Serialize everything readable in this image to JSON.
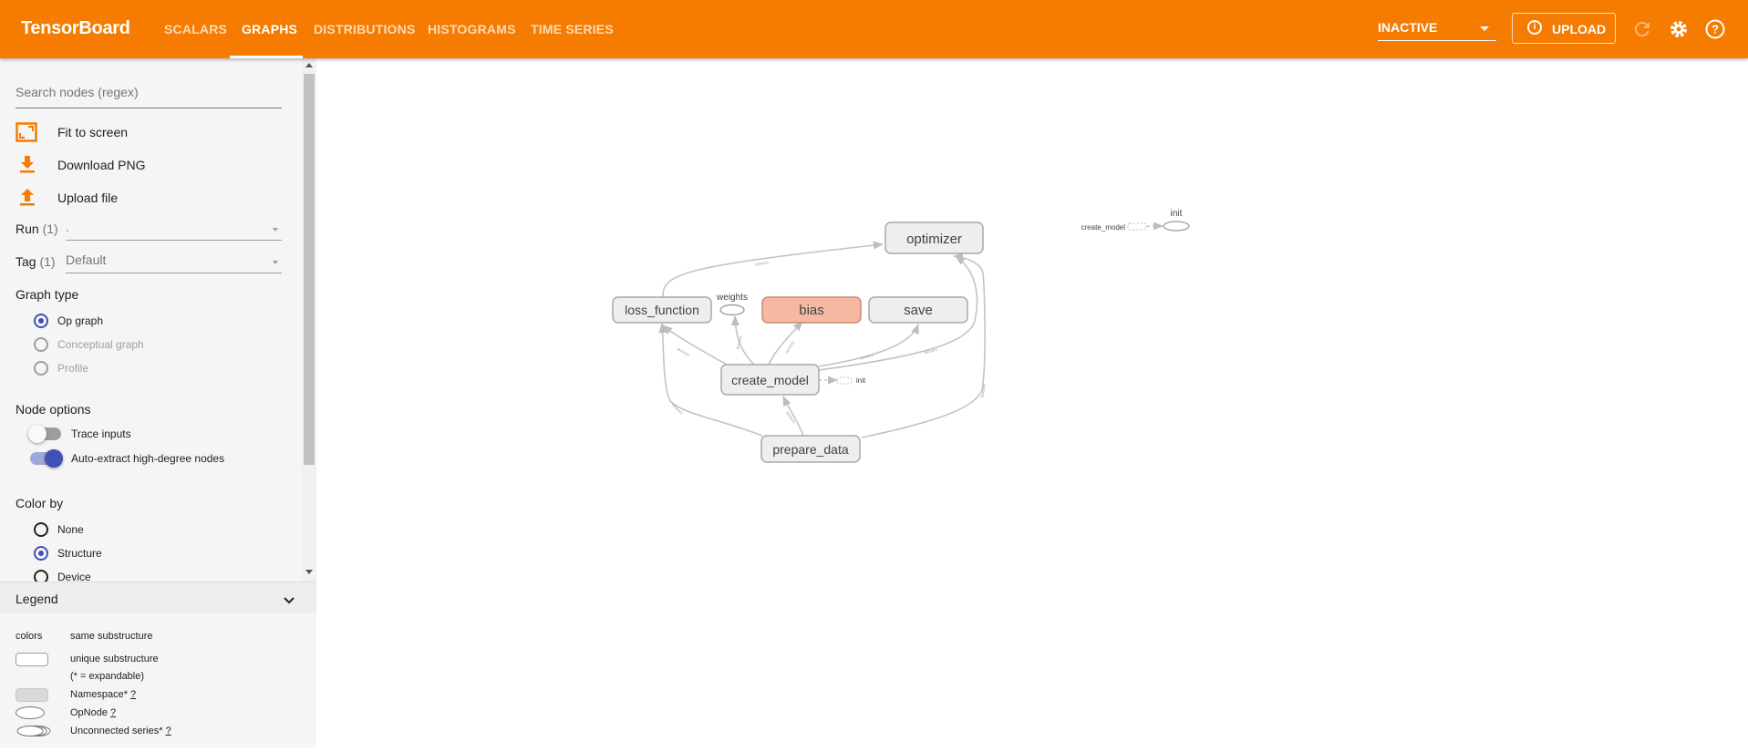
{
  "app": {
    "title": "TensorBoard"
  },
  "tabs": [
    {
      "label": "SCALARS",
      "active": false
    },
    {
      "label": "GRAPHS",
      "active": true
    },
    {
      "label": "DISTRIBUTIONS",
      "active": false
    },
    {
      "label": "HISTOGRAMS",
      "active": false
    },
    {
      "label": "TIME SERIES",
      "active": false
    }
  ],
  "header": {
    "run_selector": "INACTIVE",
    "upload_label": "UPLOAD",
    "icons": [
      "refresh-icon",
      "settings-gear-icon",
      "help-icon"
    ],
    "accent_color": "#f57c00"
  },
  "sidebar": {
    "search_placeholder": "Search nodes (regex)",
    "actions": [
      {
        "label": "Fit to screen",
        "icon": "fit-screen-icon"
      },
      {
        "label": "Download PNG",
        "icon": "download-icon"
      },
      {
        "label": "Upload file",
        "icon": "upload-icon"
      }
    ],
    "run": {
      "label": "Run",
      "count": "(1)",
      "value": "."
    },
    "tag": {
      "label": "Tag",
      "count": "(1)",
      "value": "Default"
    },
    "graph_type": {
      "title": "Graph type",
      "options": [
        {
          "label": "Op graph",
          "selected": true
        },
        {
          "label": "Conceptual graph",
          "selected": false
        },
        {
          "label": "Profile",
          "selected": false
        }
      ]
    },
    "node_options": {
      "title": "Node options",
      "toggles": [
        {
          "label": "Trace inputs",
          "on": false
        },
        {
          "label": "Auto-extract high-degree nodes",
          "on": true
        }
      ]
    },
    "color_by": {
      "title": "Color by",
      "options": [
        {
          "label": "None",
          "selected": false
        },
        {
          "label": "Structure",
          "selected": true
        },
        {
          "label": "Device",
          "selected": false
        }
      ]
    }
  },
  "legend": {
    "title": "Legend",
    "colors_label": "colors",
    "same_substructure": "same substructure",
    "unique_substructure": "unique substructure",
    "expandable_note": "(* = expandable)",
    "namespace": "Namespace*",
    "opnode": "OpNode",
    "unconnected": "Unconnected series*",
    "help_mark": "?"
  },
  "graph": {
    "nodes": {
      "optimizer": "optimizer",
      "loss_function": "loss_function",
      "weights": "weights",
      "bias": "bias",
      "save": "save",
      "create_model": "create_model",
      "init_small": "init",
      "prepare_data": "prepare_data"
    },
    "aux": {
      "create_model": "create_model",
      "init": "init"
    },
    "edge_label": "tensors",
    "highlight_color": "#f4b9a0"
  }
}
